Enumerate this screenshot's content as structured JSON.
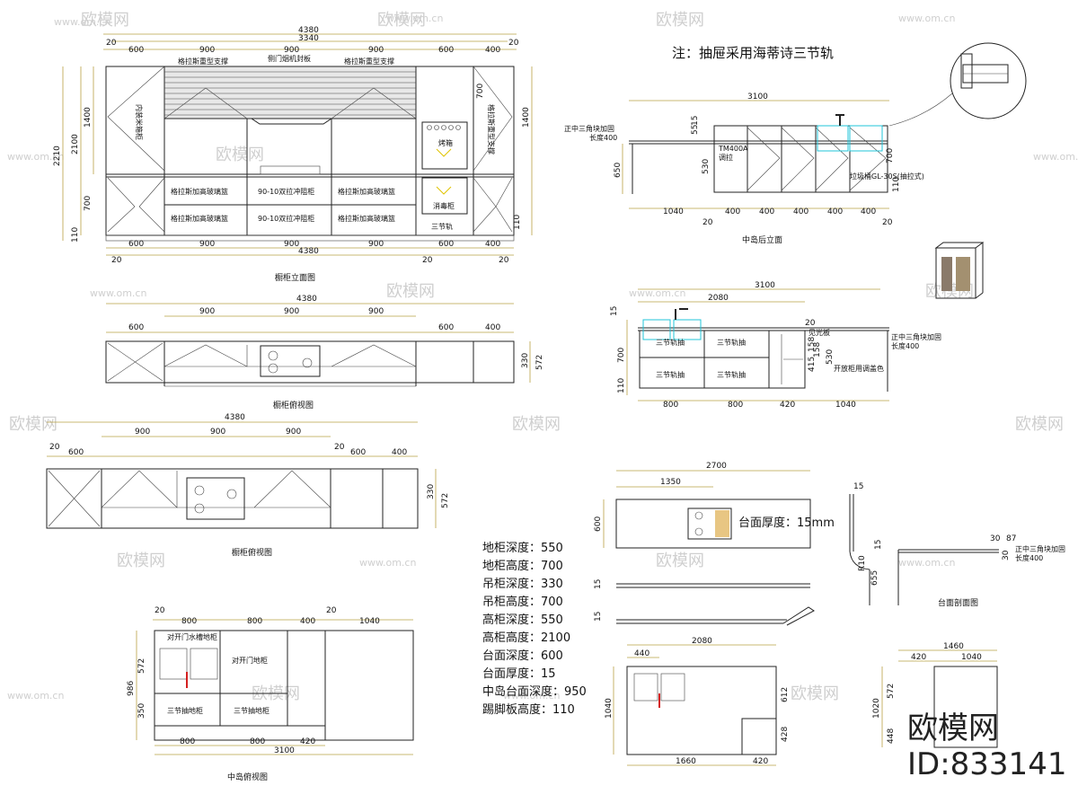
{
  "note": "注：抽屉采用海蒂诗三节轨",
  "brand": {
    "name": "欧模网",
    "id": "ID:833141",
    "url": "www.om.cn"
  },
  "titles": {
    "elev": "橱柜立面图",
    "top1": "橱柜俯视图",
    "top2": "橱柜俯视图",
    "island_back": "中岛后立面",
    "island_top": "中岛俯视图",
    "counter_section": "台面剖面图"
  },
  "specs": [
    "地柜深度：550",
    "地柜高度：700",
    "吊柜深度：330",
    "吊柜高度：700",
    "高柜深度：550",
    "高柜高度：2100",
    "台面深度：600",
    "台面厚度：15",
    "中岛台面深度：950",
    "踢脚板高度：110"
  ],
  "elev": {
    "dims_top": [
      "4380",
      "3340",
      "20",
      "600",
      "900",
      "900",
      "900",
      "600",
      "400",
      "20"
    ],
    "dims_bottom": [
      "600",
      "900",
      "900",
      "900",
      "600",
      "400",
      "20",
      "4380",
      "20",
      "20"
    ],
    "dims_left": [
      "2210",
      "2100",
      "1400",
      "700",
      "110"
    ],
    "dims_right": [
      "700",
      "1400",
      "110"
    ],
    "labels": [
      "格拉斯重型支撑",
      "侧门烟机封板",
      "格拉斯重型支撑",
      "内装米箱柜",
      "格拉斯重型支撑",
      "烤箱",
      "消毒柜",
      "三节轨"
    ],
    "drawer_labels": [
      "格拉斯加高玻璃篮",
      "90-10双拉冲阻柜",
      "格拉斯加高玻璃篮"
    ]
  },
  "top1": {
    "dims": [
      "4380",
      "900",
      "900",
      "900",
      "600",
      "600",
      "400"
    ],
    "side": [
      "330",
      "572"
    ]
  },
  "top2": {
    "dims": [
      "4380",
      "20",
      "600",
      "900",
      "900",
      "900",
      "20",
      "600",
      "400"
    ],
    "side": [
      "330",
      "572"
    ]
  },
  "island_back": {
    "dims_top": [
      "3100"
    ],
    "dims_bottom": [
      "1040",
      "400",
      "400",
      "400",
      "400",
      "400",
      "20",
      "20"
    ],
    "dims_left": [
      "650",
      "530",
      "15",
      "55"
    ],
    "dims_right": [
      "700",
      "110"
    ],
    "labels": [
      "正中三角块加固",
      "长度400",
      "TM400A",
      "调拉",
      "垃圾桶GL-30S(抽拉式)"
    ]
  },
  "island_front": {
    "dims_top": [
      "3100",
      "2080"
    ],
    "dims_bottom": [
      "800",
      "800",
      "420",
      "1040"
    ],
    "dims_left": [
      "15",
      "700",
      "110"
    ],
    "dims_right": [
      "20",
      "158",
      "415",
      "158",
      "530"
    ],
    "labels": [
      "三节轨抽",
      "三节轨抽",
      "三节轨抽",
      "三节轨抽",
      "见光板",
      "正中三角块加固",
      "长度400",
      "开放柜用调盖色"
    ]
  },
  "island_top": {
    "dims_top": [
      "20",
      "800",
      "800",
      "400",
      "20",
      "1040"
    ],
    "dims_bottom": [
      "800",
      "800",
      "420",
      "3100"
    ],
    "dims_left": [
      "986",
      "572",
      "350"
    ],
    "labels": [
      "对开门水槽地柜",
      "对开门地柜",
      "三节抽地柜",
      "三节抽地柜"
    ]
  },
  "counter": {
    "dims": [
      "2700",
      "1350",
      "600",
      "15",
      "15"
    ],
    "label": "台面厚度：15mm",
    "l_dims": [
      "2080",
      "440",
      "1040",
      "612",
      "428",
      "1660",
      "420"
    ],
    "r_dims": [
      "1460",
      "420",
      "1040",
      "1020",
      "572",
      "448"
    ]
  },
  "section": {
    "dims": [
      "15",
      "15",
      "R10",
      "655",
      "30",
      "87",
      "30"
    ],
    "labels": [
      "正中三角块加固",
      "长度400"
    ]
  }
}
